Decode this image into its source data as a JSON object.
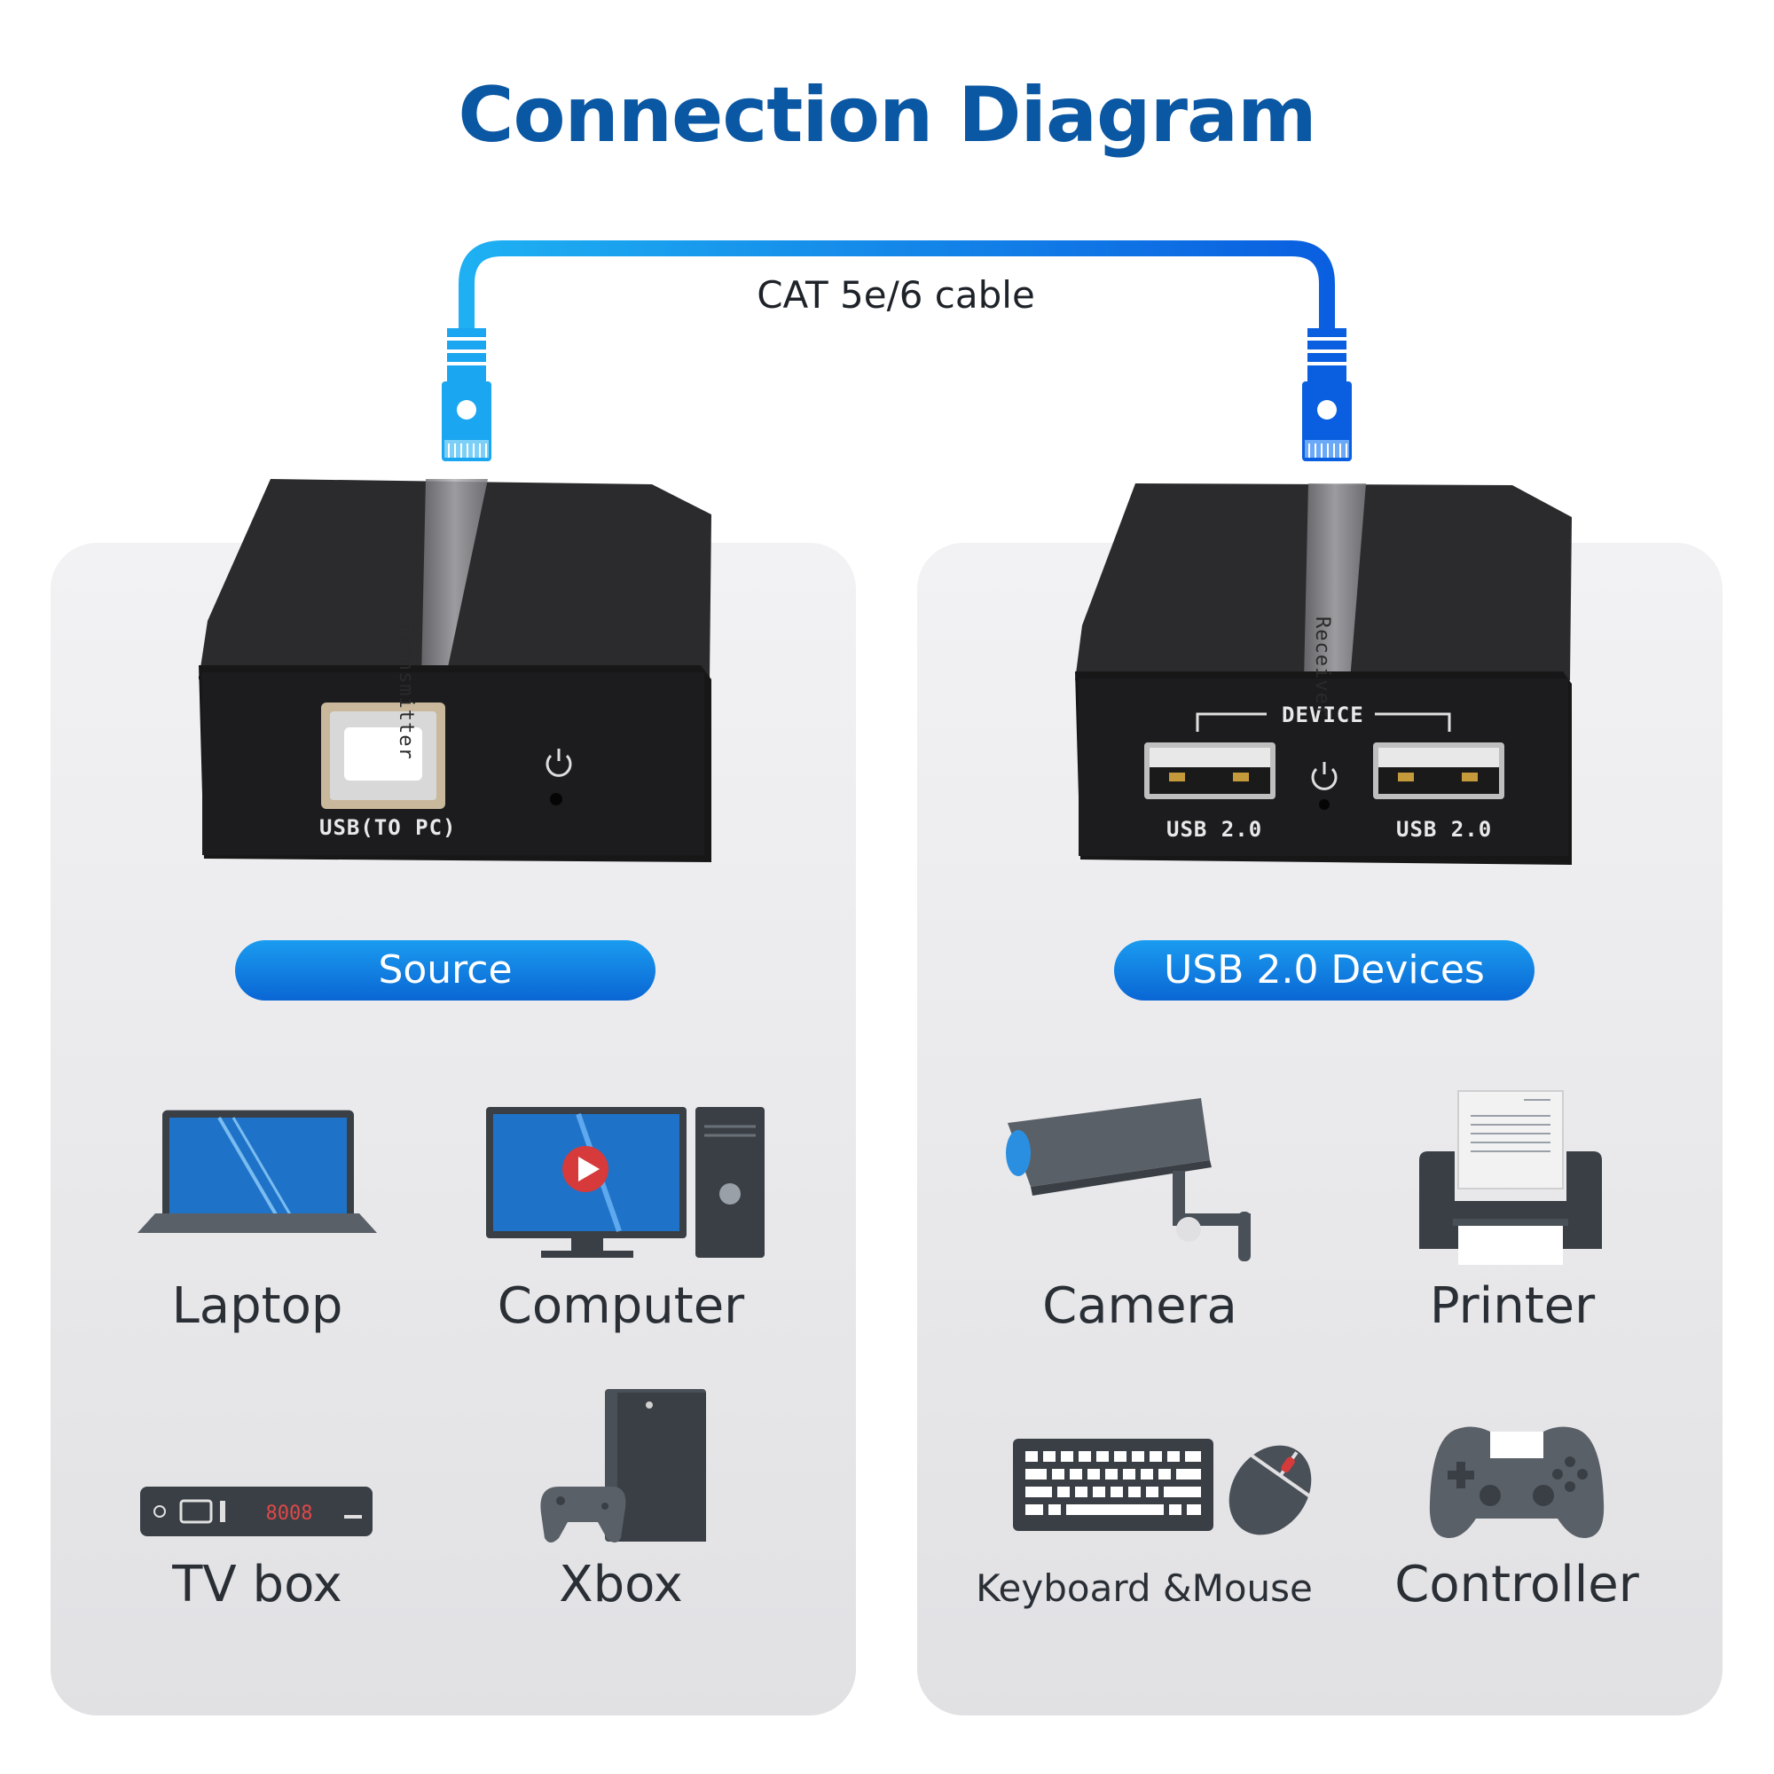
{
  "title": "Connection Diagram",
  "cable": {
    "label": "CAT 5e/6 cable"
  },
  "transmitter": {
    "name": "Transmitter",
    "port_label": "USB(TO PC)"
  },
  "receiver": {
    "name": "Receiver",
    "group_label": "DEVICE",
    "port1_label": "USB 2.0",
    "port2_label": "USB 2.0"
  },
  "source": {
    "title": "Source",
    "items": [
      {
        "label": "Laptop",
        "icon": "laptop-icon"
      },
      {
        "label": "Computer",
        "icon": "computer-icon"
      },
      {
        "label": "TV box",
        "icon": "tv-box-icon",
        "display": "8008"
      },
      {
        "label": "Xbox",
        "icon": "xbox-icon"
      }
    ]
  },
  "devices": {
    "title": "USB 2.0 Devices",
    "items": [
      {
        "label": "Camera",
        "icon": "camera-icon"
      },
      {
        "label": "Printer",
        "icon": "printer-icon"
      },
      {
        "label": "Keyboard &Mouse",
        "icon": "keyboard-mouse-icon"
      },
      {
        "label": "Controller",
        "icon": "controller-icon"
      }
    ]
  },
  "colors": {
    "title": "#0a57a3",
    "cable": "#1a8ff0",
    "pill": "#0a7ae0",
    "device_body": "#1f1f21",
    "icon": "#4a5560"
  }
}
